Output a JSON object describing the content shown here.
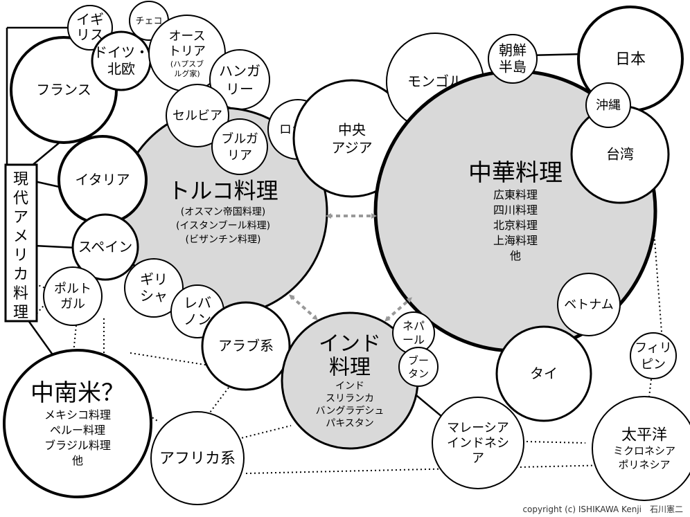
{
  "colors": {
    "hub_fill": "#d9d9d9",
    "node_fill": "#ffffff",
    "stroke": "#000000",
    "arrow": "#999999"
  },
  "nodes": {
    "turkish": {
      "lines": [
        "トルコ料理",
        "(オスマン帝国料理)",
        "(イスタンブール料理)",
        "(ビザンチン料理)"
      ]
    },
    "chinese": {
      "lines": [
        "中華料理",
        "広東料理",
        "四川料理",
        "北京料理",
        "上海料理",
        "他"
      ]
    },
    "indian": {
      "lines": [
        "インド",
        "料理",
        "インド",
        "スリランカ",
        "バングラデシュ",
        "パキスタン"
      ]
    },
    "latam": {
      "lines": [
        "中南米？",
        "メキシコ料理",
        "ペルー料理",
        "ブラジル料理",
        "他"
      ]
    },
    "france": {
      "lines": [
        "フランス"
      ]
    },
    "uk": {
      "lines": [
        "イギ",
        "リス"
      ]
    },
    "czech": {
      "lines": [
        "チェコ"
      ]
    },
    "germany": {
      "lines": [
        "ドイツ・",
        "北欧"
      ]
    },
    "austria": {
      "lines": [
        "オース",
        "トリア",
        "(ハプスブ",
        "ルグ家)"
      ]
    },
    "hungary": {
      "lines": [
        "ハンガ",
        "リー"
      ]
    },
    "serbia": {
      "lines": [
        "セルビア"
      ]
    },
    "bulgaria": {
      "lines": [
        "ブルガ",
        "リア"
      ]
    },
    "russia": {
      "lines": [
        "ロシア"
      ]
    },
    "central_asia": {
      "lines": [
        "中央",
        "アジア"
      ]
    },
    "mongolia": {
      "lines": [
        "モンゴル"
      ]
    },
    "korea": {
      "lines": [
        "朝鮮",
        "半島"
      ]
    },
    "japan": {
      "lines": [
        "日本"
      ]
    },
    "okinawa": {
      "lines": [
        "沖縄"
      ]
    },
    "taiwan": {
      "lines": [
        "台湾"
      ]
    },
    "italy": {
      "lines": [
        "イタリア"
      ]
    },
    "spain": {
      "lines": [
        "スペイン"
      ]
    },
    "portugal": {
      "lines": [
        "ポルト",
        "ガル"
      ]
    },
    "greece": {
      "lines": [
        "ギリ",
        "シャ"
      ]
    },
    "lebanon": {
      "lines": [
        "レバ",
        "ノン"
      ]
    },
    "arab": {
      "lines": [
        "アラブ系"
      ]
    },
    "africa": {
      "lines": [
        "アフリカ系"
      ]
    },
    "nepal": {
      "lines": [
        "ネパ",
        "ール"
      ]
    },
    "bhutan": {
      "lines": [
        "ブー",
        "タン"
      ]
    },
    "vietnam": {
      "lines": [
        "ベトナム"
      ]
    },
    "thailand": {
      "lines": [
        "タイ"
      ]
    },
    "malaysia": {
      "lines": [
        "マレーシア",
        "インドネシ",
        "ア"
      ]
    },
    "philippines": {
      "lines": [
        "フィリ",
        "ピン"
      ]
    },
    "pacific": {
      "lines": [
        "太平洋",
        "ミクロネシア",
        "ポリネシア"
      ]
    }
  },
  "modern_america": {
    "label": "現代アメリカ料理"
  },
  "copyright": "copyright (c) ISHIKAWA Kenji　石川憲二"
}
